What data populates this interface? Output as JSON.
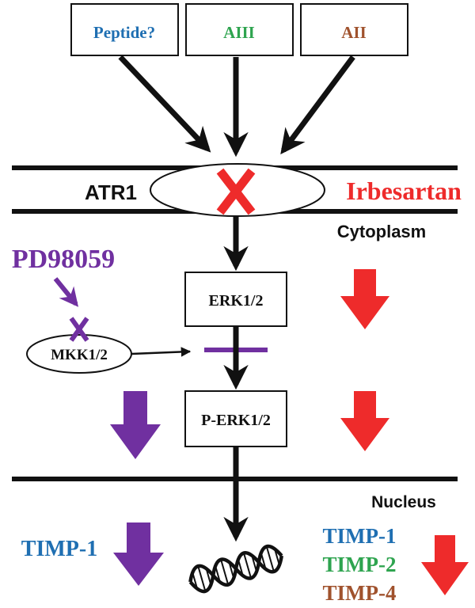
{
  "colors": {
    "blue": "#1f6fb2",
    "green": "#2ea44f",
    "brown": "#a0522d",
    "red": "#ee2b2b",
    "purple": "#7030a0",
    "black": "#111111"
  },
  "ligands": [
    {
      "label": "Peptide?",
      "color": "blue"
    },
    {
      "label": "AIII",
      "color": "green"
    },
    {
      "label": "AII",
      "color": "brown"
    }
  ],
  "receptor": {
    "label": "ATR1"
  },
  "inhibitor_receptor": {
    "label": "Irbesartan"
  },
  "compartments": {
    "cytoplasm": "Cytoplasm",
    "nucleus": "Nucleus"
  },
  "pathway": {
    "kinase_inhibitor": "PD98059",
    "mkk": "MKK1/2",
    "erk": "ERK1/2",
    "perk": "P-ERK1/2"
  },
  "timp_left": {
    "label": "TIMP-1"
  },
  "timp_right": [
    {
      "label": "TIMP-1",
      "color": "blue"
    },
    {
      "label": "TIMP-2",
      "color": "green"
    },
    {
      "label": "TIMP-4",
      "color": "brown"
    }
  ],
  "icons": {
    "dna": "dna-helix-icon",
    "block": "x-block-icon",
    "down": "down-arrow-icon"
  }
}
